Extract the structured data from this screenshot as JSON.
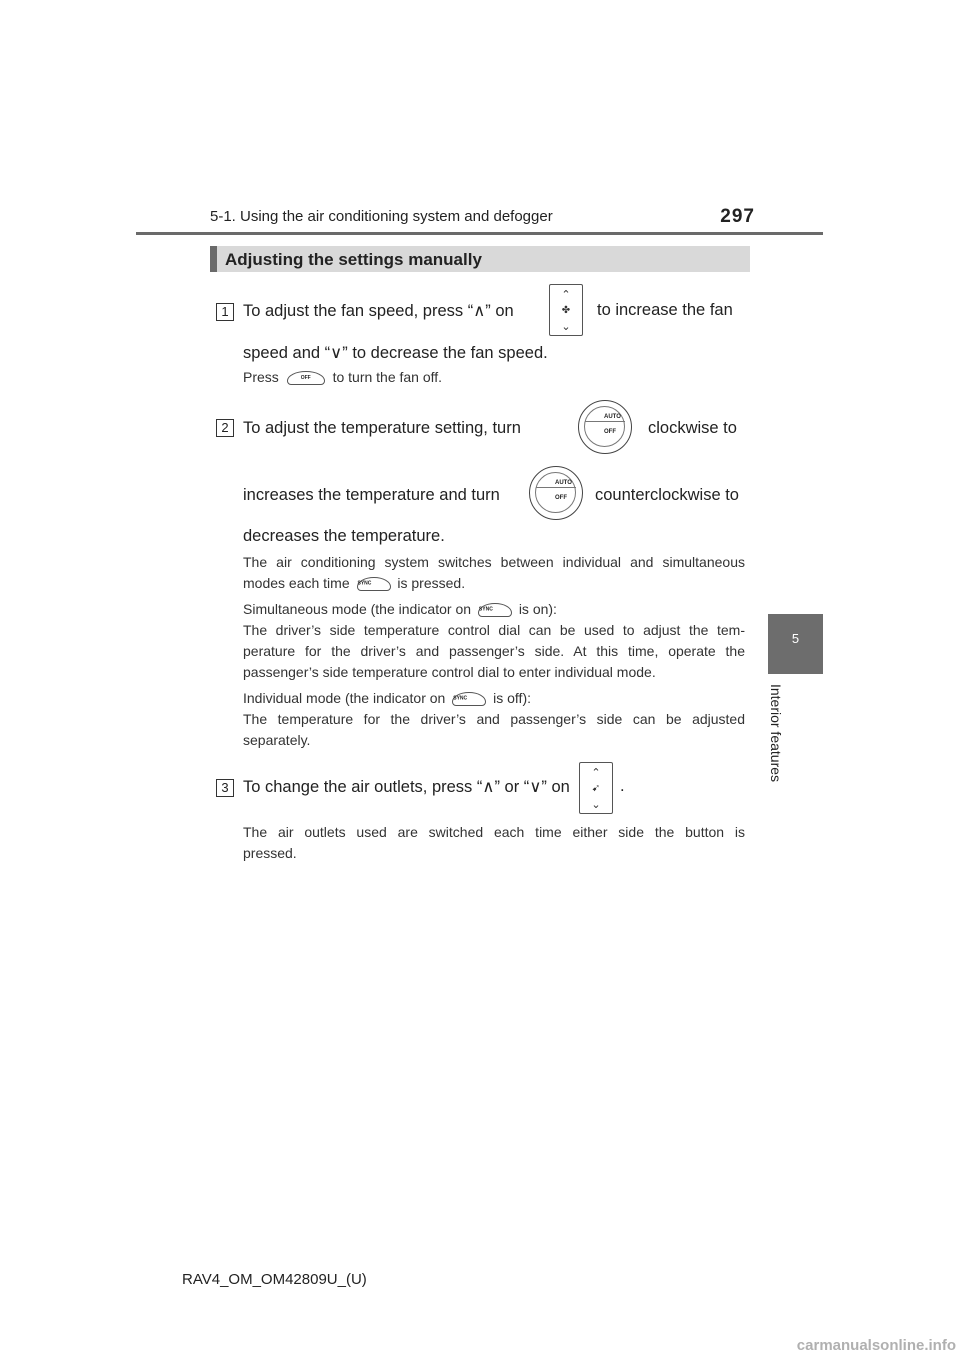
{
  "header": {
    "section": "5-1. Using the air conditioning system and defogger",
    "page_number": "297"
  },
  "sidetab": {
    "chapter": "5",
    "label": "Interior features"
  },
  "section_title": "Adjusting the settings manually",
  "steps": [
    {
      "num": "1",
      "line1_a": "To  adjust  the  fan  speed,  press  “",
      "up": "∧",
      "line1_b": "”  on",
      "line1_c": "to  increase  the  fan",
      "line2_a": "speed and “",
      "down": "∨",
      "line2_b": "” to decrease the fan speed.",
      "note_a": "Press",
      "note_b": "to turn the fan off."
    },
    {
      "num": "2",
      "line1_a": "To  adjust  the  temperature  setting,  turn",
      "line1_b": "clockwise  to",
      "line2_a": "increases  the  temperature  and  turn",
      "line2_b": "counterclockwise  to",
      "line3": "decreases the temperature.",
      "p1_a": "The air conditioning system switches between individual and simultaneous",
      "p1_b": "modes each time",
      "p1_c": "is pressed.",
      "p2_a": "Simultaneous mode (the indicator on",
      "p2_b": "is on):",
      "p2_l2": "The driver’s side temperature control dial can be used to adjust the tem-",
      "p2_l3": "perature for the driver’s and passenger’s side. At this time, operate the",
      "p2_l4": "passenger’s side temperature control dial to enter individual mode.",
      "p3_a": "Individual mode (the indicator on",
      "p3_b": "is off):",
      "p3_l2": "The temperature for the driver’s and passenger’s side can be adjusted",
      "p3_l3": "separately."
    },
    {
      "num": "3",
      "line1_a": "To change the air outlets, press “",
      "up": "∧",
      "line1_b": "” or “",
      "down": "∨",
      "line1_c": "” on",
      "line1_d": ".",
      "p_l1": "The  air  outlets  used  are  switched  each  time  either  side  the  button  is",
      "p_l2": "pressed."
    }
  ],
  "icons": {
    "fan_off_label": "OFF",
    "dial_auto": "AUTO",
    "dial_off": "OFF",
    "sync_label": "SYNC"
  },
  "footer": "RAV4_OM_OM42809U_(U)",
  "watermark": "carmanualsonline.info"
}
